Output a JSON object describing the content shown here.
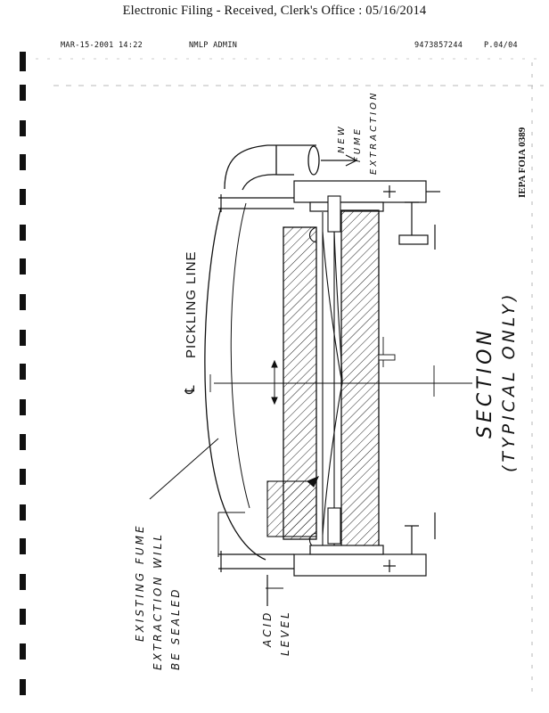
{
  "header": {
    "filing_stamp": "Electronic   Filing  - Received,   Clerk's   Office  :  05/16/2014"
  },
  "fax_line": {
    "date_time": "MAR-15-2001  14:22",
    "sender": "NMLP ADMIN",
    "phone": "9473857244",
    "page": "P.04/04"
  },
  "document_id": "IEPA FOIA 0389",
  "drawing_labels": {
    "new_fume": "NEW",
    "new_fume_2": "FUME",
    "new_fume_3": "EXTRACTION",
    "centerline": "PICKLING LINE",
    "centerline_symbol": "℄",
    "section": "SECTION",
    "section_note": "(TYPICAL ONLY)",
    "existing_1": "EXISTING FUME",
    "existing_2": "EXTRACTION WILL",
    "existing_3": "BE SEALED",
    "acid_1": "ACID",
    "acid_2": "LEVEL"
  }
}
